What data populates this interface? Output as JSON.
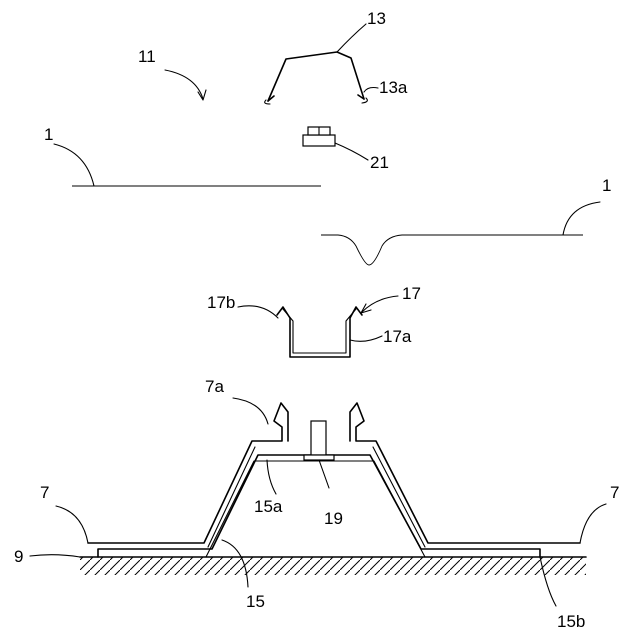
{
  "labels": {
    "assembly": "11",
    "cap": "13",
    "cap_hook": "13a",
    "nut": "21",
    "panel_left": "1",
    "panel_right": "1",
    "channel": "17",
    "channel_flange": "17b",
    "channel_body": "17a",
    "rail_tab": "7a",
    "rail_left": "7",
    "rail_right": "7",
    "base": "9",
    "liner": "15",
    "liner_top": "15a",
    "liner_edge": "15b",
    "bolt": "19"
  }
}
